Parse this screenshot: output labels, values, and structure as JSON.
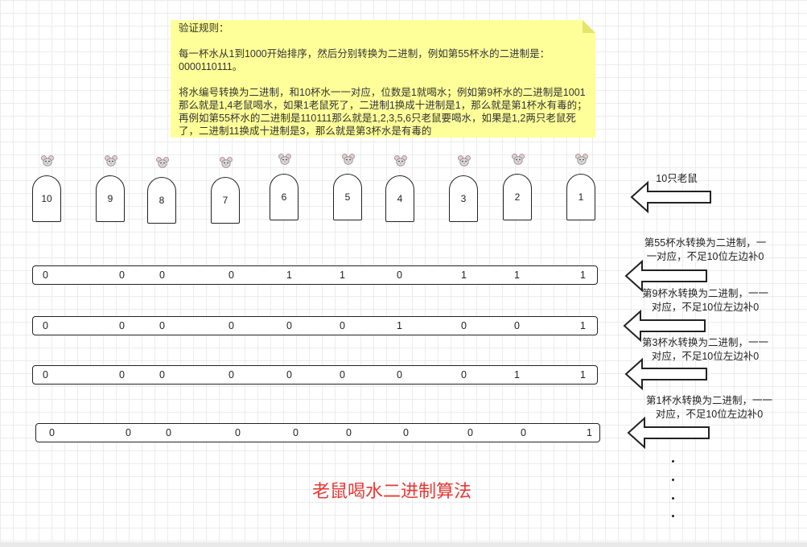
{
  "note": {
    "heading": "验证规则：",
    "para1": "每一杯水从1到1000开始排序，然后分别转换为二进制，例如第55杯水的二进制是：0000110111。",
    "para2": "将水编号转换为二进制，和10杯水一一对应，位数是1就喝水；例如第9杯水的二进制是1001那么就是1,4老鼠喝水，如果1老鼠死了，二进制1换成十进制是1，那么就是第1杯水有毒的；再例如第55杯水的二进制是110111那么就是1,2,3,5,6只老鼠要喝水，如果是1,2两只老鼠死了，二进制11换成十进制是3，那么就是第3杯水是有毒的"
  },
  "cups": [
    "10",
    "9",
    "8",
    "7",
    "6",
    "5",
    "4",
    "3",
    "2",
    "1"
  ],
  "mice_label": "10只老鼠",
  "rows": [
    {
      "bits": [
        "0",
        "0",
        "0",
        "0",
        "1",
        "1",
        "0",
        "1",
        "1",
        "1"
      ],
      "label": "第55杯水转换为二进制，一一对应，不足10位左边补0"
    },
    {
      "bits": [
        "0",
        "0",
        "0",
        "0",
        "0",
        "0",
        "1",
        "0",
        "0",
        "1"
      ],
      "label": "第9杯水转换为二进制，一一对应，不足10位左边补0"
    },
    {
      "bits": [
        "0",
        "0",
        "0",
        "0",
        "0",
        "0",
        "0",
        "0",
        "1",
        "1"
      ],
      "label": "第3杯水转换为二进制，一一对应，不足10位左边补0"
    },
    {
      "bits": [
        "0",
        "0",
        "0",
        "0",
        "0",
        "0",
        "0",
        "0",
        "0",
        "1"
      ],
      "label": "第1杯水转换为二进制，一一对应，不足10位左边补0"
    }
  ],
  "title": "老鼠喝水二进制算法",
  "colors": {
    "note_bg": "#ffff99",
    "title": "#e53935",
    "stroke": "#222222"
  }
}
